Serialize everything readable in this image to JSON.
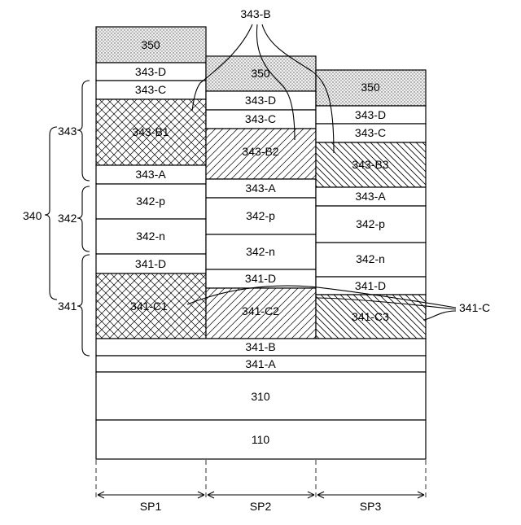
{
  "layers": {
    "l350": "350",
    "l343D": "343-D",
    "l343C": "343-C",
    "l343B1": "343-B1",
    "l343B2": "343-B2",
    "l343B3": "343-B3",
    "l343A": "343-A",
    "l342p": "342-p",
    "l342n": "342-n",
    "l341D": "341-D",
    "l341C1": "341-C1",
    "l341C2": "341-C2",
    "l341C3": "341-C3",
    "l341B": "341-B",
    "l341A": "341-A",
    "l310": "310",
    "l110": "110"
  },
  "callouts": {
    "c343B": "343-B",
    "c341C": "341-C"
  },
  "groups": {
    "g343": "343",
    "g342": "342",
    "g341": "341",
    "g340": "340"
  },
  "subpixels": {
    "sp1": "SP1",
    "sp2": "SP2",
    "sp3": "SP3"
  }
}
